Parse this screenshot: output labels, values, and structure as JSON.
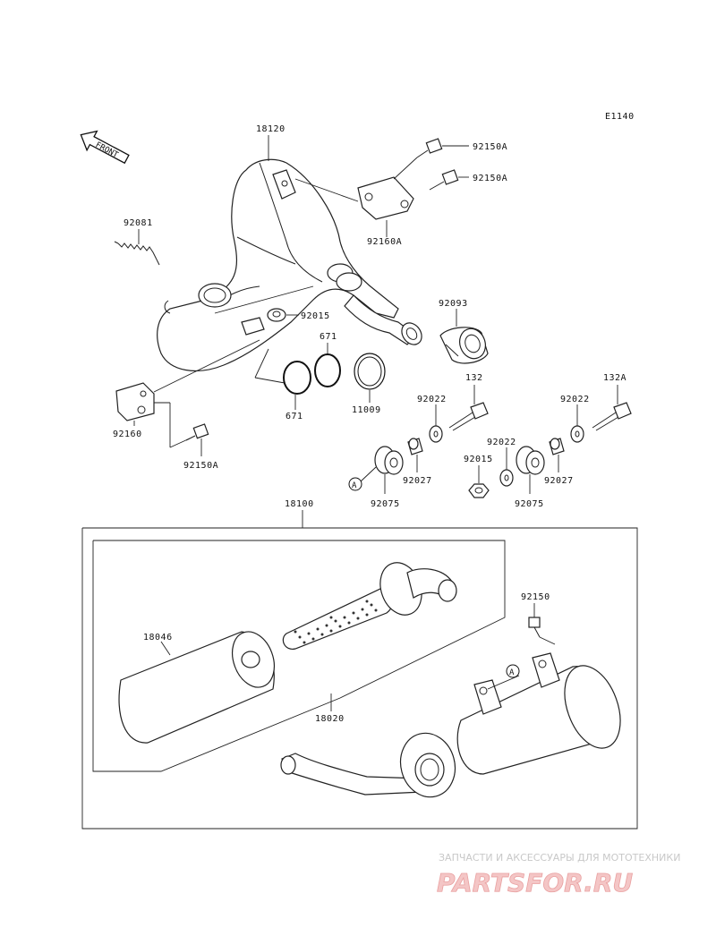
{
  "diagram_code": "E1140",
  "front_label": "FRONT",
  "parts": {
    "p18120": "18120",
    "p92150A_1": "92150A",
    "p92150A_2": "92150A",
    "p92160A": "92160A",
    "p92081": "92081",
    "p92015_a": "92015",
    "p671_a": "671",
    "p671_b": "671",
    "p11009": "11009",
    "p92093": "92093",
    "p92160": "92160",
    "p92150A_3": "92150A",
    "p132": "132",
    "p132A": "132A",
    "p92022_a": "92022",
    "p92022_b": "92022",
    "p92022_c": "92022",
    "p92027_a": "92027",
    "p92027_b": "92027",
    "p92015_b": "92015",
    "p92075_a": "92075",
    "p92075_b": "92075",
    "p18100": "18100",
    "p92150": "92150",
    "p18046": "18046",
    "p18020": "18020",
    "ref_a1": "A",
    "ref_a2": "A"
  },
  "watermark": {
    "tagline": "ЗАПЧАСТИ И АКСЕССУАРЫ ДЛЯ МОТОТЕХНИКИ",
    "brand": "PARTSFOR.RU"
  }
}
